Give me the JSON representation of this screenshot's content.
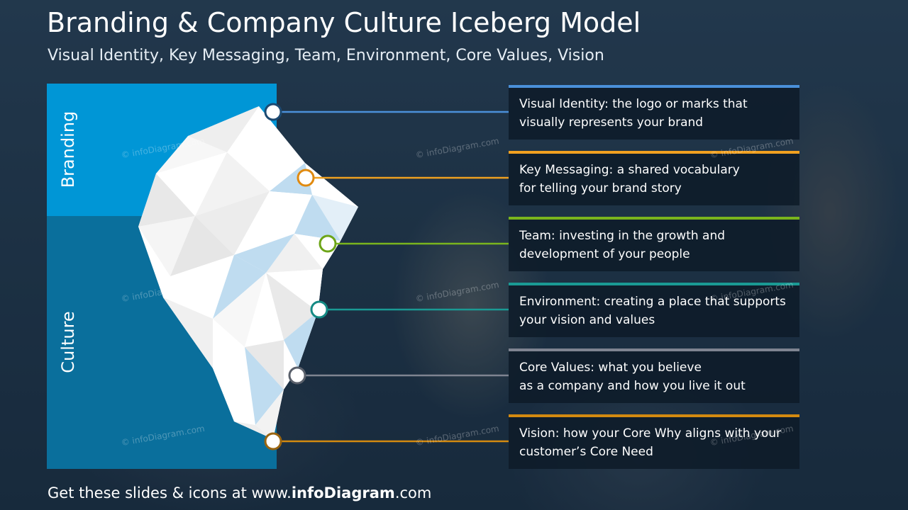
{
  "title": "Branding & Company Culture Iceberg Model",
  "subtitle": "Visual Identity, Key Messaging, Team, Environment, Core Values, Vision",
  "bands": {
    "top_label": "Branding",
    "bottom_label": "Culture"
  },
  "items": [
    {
      "color": "#4a90d9",
      "text": "Visual Identity: the logo or marks that\nvisually represents  your brand"
    },
    {
      "color": "#f0a020",
      "text": "Key Messaging: a shared vocabulary\nfor telling your brand story"
    },
    {
      "color": "#7ab51d",
      "text": "Team: investing in the growth and\ndevelopment  of your people"
    },
    {
      "color": "#1a9a94",
      "text": "Environment: creating a place that supports\nyour vision and values"
    },
    {
      "color": "#7f8491",
      "text": "Core Values: what you believe\nas a company and how you live it out"
    },
    {
      "color": "#d38a10",
      "text": "Vision: how your Core Why aligns with your\ncustomer’s Core Need"
    }
  ],
  "watermark": "© infoDiagram.com",
  "footer": {
    "prefix": "Get these slides & icons at www.",
    "brand": "infoDiagram",
    "suffix": ".com"
  }
}
